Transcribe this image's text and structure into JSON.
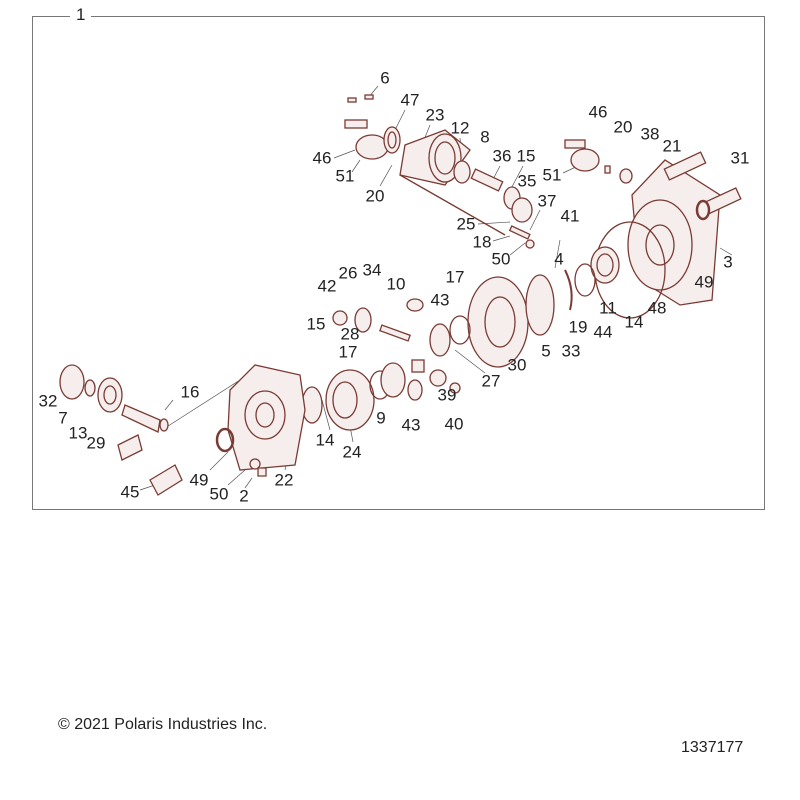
{
  "figure_number": "1",
  "callouts": [
    "6",
    "47",
    "23",
    "12",
    "8",
    "46",
    "51",
    "20",
    "36",
    "15",
    "35",
    "37",
    "25",
    "18",
    "50",
    "46",
    "20",
    "38",
    "21",
    "31",
    "51",
    "41",
    "4",
    "3",
    "49",
    "48",
    "14",
    "11",
    "44",
    "19",
    "33",
    "5",
    "30",
    "27",
    "17",
    "43",
    "42",
    "26",
    "34",
    "10",
    "15",
    "28",
    "17",
    "39",
    "40",
    "43",
    "9",
    "24",
    "14",
    "22",
    "49",
    "50",
    "2",
    "45",
    "16",
    "32",
    "7",
    "13",
    "29"
  ],
  "copyright": "© 2021 Polaris Industries Inc.",
  "part_number": "1337177",
  "colors": {
    "part_stroke": "#7a3b34",
    "part_fill": "#f6eeec",
    "frame": "#777777"
  }
}
